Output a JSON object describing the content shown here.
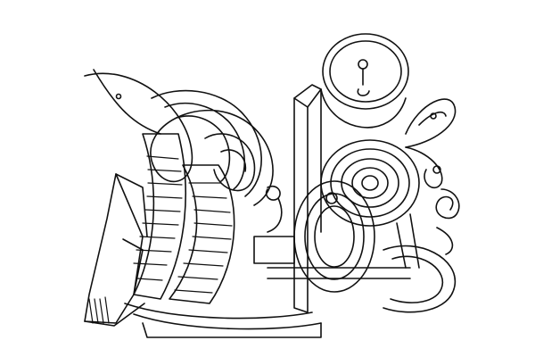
{
  "artwork": {
    "kind": "line-art-coloring-page",
    "colors": {
      "background": "#ffffff",
      "stroke": "#111111"
    },
    "icons": [
      "swirl-shapes",
      "concentric-rings",
      "striped-horns",
      "wedge-blocks",
      "spiral-curls"
    ]
  }
}
